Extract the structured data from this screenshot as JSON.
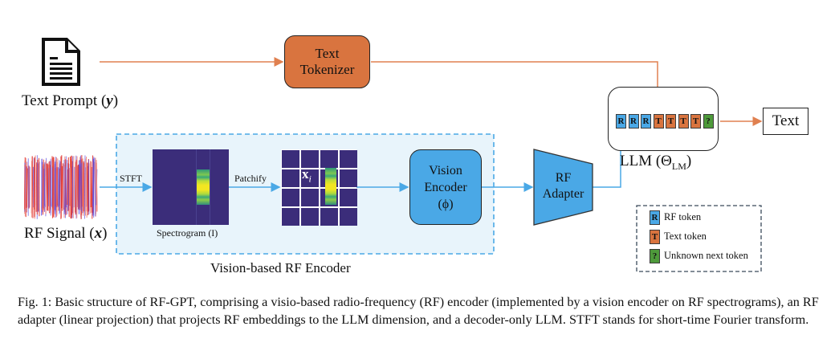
{
  "figure": {
    "text_prompt": {
      "icon": "document-icon",
      "label": "Text Prompt (",
      "var": "y",
      "close": ")"
    },
    "text_tokenizer": {
      "line1": "Text",
      "line2": "Tokenizer",
      "color": "#d9743f"
    },
    "rf_signal": {
      "label": "RF Signal (",
      "var": "x",
      "close": ")"
    },
    "stft_label": "STFT",
    "spectrogram_label": "Spectrogram (I)",
    "patchify_label": "Patchify",
    "patch_label": "x",
    "patch_sub": "i",
    "vision_encoder": {
      "line1": "Vision",
      "line2": "Encoder",
      "line3": "(ϕ)",
      "color": "#4aa8e6"
    },
    "rf_adapter": {
      "line1": "RF",
      "line2": "Adapter",
      "color": "#4aa8e6"
    },
    "encoder_group_label": "Vision-based RF Encoder",
    "llm": {
      "label": "LLM (Θ",
      "sub": "LM",
      "close": ")"
    },
    "tokens": [
      {
        "type": "rf",
        "glyph": "R"
      },
      {
        "type": "rf",
        "glyph": "R"
      },
      {
        "type": "rf",
        "glyph": "R"
      },
      {
        "type": "text",
        "glyph": "T"
      },
      {
        "type": "text",
        "glyph": "T"
      },
      {
        "type": "text",
        "glyph": "T"
      },
      {
        "type": "text",
        "glyph": "T"
      },
      {
        "type": "unknown",
        "glyph": "?"
      }
    ],
    "output_label": "Text",
    "legend": [
      {
        "type": "rf",
        "glyph": "R",
        "label": "RF token"
      },
      {
        "type": "text",
        "glyph": "T",
        "label": "Text token"
      },
      {
        "type": "unknown",
        "glyph": "?",
        "label": "Unknown next token"
      }
    ],
    "colors": {
      "text_path": "#e08050",
      "rf_path": "#4aa8e6",
      "encoder_bg": "#e8f4fb",
      "spectrogram_bg": "#3b2d7a",
      "rf_token": "#4aa8e6",
      "text_token": "#d9743f",
      "unknown_token": "#4e9a3b"
    }
  },
  "caption": "Fig. 1: Basic structure of RF-GPT, comprising a visio-based radio-frequency (RF) encoder (implemented by a vision encoder on RF spectrograms), an RF adapter (linear projection) that projects RF embeddings to the LLM dimension, and a decoder-only LLM. STFT stands for short-time Fourier transform."
}
